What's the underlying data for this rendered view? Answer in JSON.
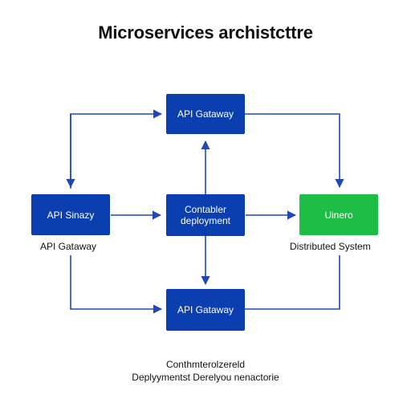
{
  "title": "Microservices archistcttre",
  "nodes": {
    "top": {
      "label": "API Gataway"
    },
    "left": {
      "label": "API Sinazy"
    },
    "center": {
      "label": "Contabler deployment"
    },
    "right": {
      "label": "Uinero"
    },
    "bottom": {
      "label": "API Gataway"
    }
  },
  "captions": {
    "left": "API Gataway",
    "right": "Distributed System"
  },
  "footer": {
    "line1": "Conthmterolzereld",
    "line2": "Deplyymentst Derelyou nenactorie"
  },
  "colors": {
    "node_blue": "#0b3fb0",
    "node_green": "#1ebd45",
    "arrow": "#1f48b8",
    "text": "#111111",
    "background": "#ffffff"
  }
}
